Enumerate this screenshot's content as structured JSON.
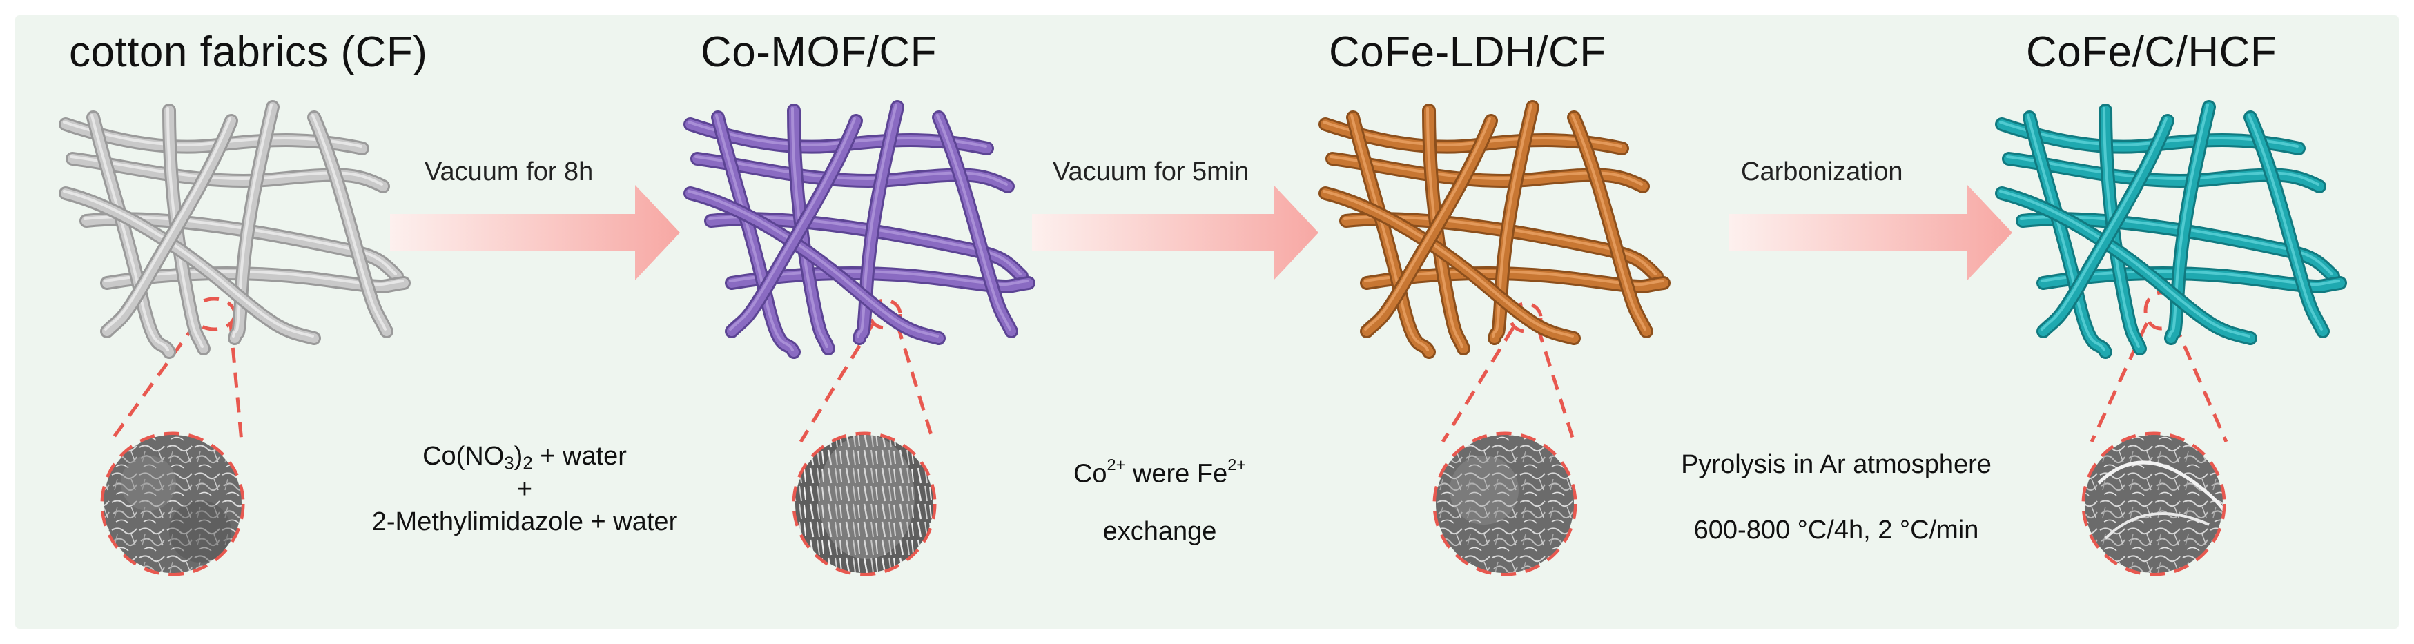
{
  "stages": [
    {
      "title": "cotton fabrics (CF)",
      "fiber_color": "#c9c9c9",
      "fiber_edge": "#9a9a9a",
      "fiber_hi": "#e6e6e6"
    },
    {
      "title": "Co-MOF/CF",
      "fiber_color": "#8a6bc2",
      "fiber_edge": "#5c4494",
      "fiber_hi": "#a88ed6"
    },
    {
      "title": "CoFe-LDH/CF",
      "fiber_color": "#c87733",
      "fiber_edge": "#8c4f1c",
      "fiber_hi": "#e3995a"
    },
    {
      "title": "CoFe/C/HCF",
      "fiber_color": "#1fa9b0",
      "fiber_edge": "#117a80",
      "fiber_hi": "#4fcad0"
    }
  ],
  "steps": [
    {
      "arrow_label": "Vacuum for 8h"
    },
    {
      "arrow_label": "Vacuum for 5min"
    },
    {
      "arrow_label": "Carbonization"
    }
  ],
  "conditions": {
    "step1": {
      "line1_pre": "Co(NO",
      "line1_sub": "3",
      "line1_mid": ")",
      "line1_sub2": "2",
      "line1_post": " +  water",
      "line2": "+",
      "line3": "2-Methylimidazole + water"
    },
    "step2": {
      "line1_a": "Co",
      "line1_a_sup": "2+",
      "line1_b": " were Fe",
      "line1_b_sup": "2+",
      "line2": "exchange"
    },
    "step3": {
      "line1": "Pyrolysis in Ar atmosphere",
      "line2": "600-800 °C/4h, 2 °C/min"
    }
  },
  "colors": {
    "background": "#eef5ef",
    "arrow_start": "#fdf0ee",
    "arrow_end": "#f7a8a4",
    "zoom_dash": "#e8584f",
    "sem_base": "#6b6b6b"
  }
}
